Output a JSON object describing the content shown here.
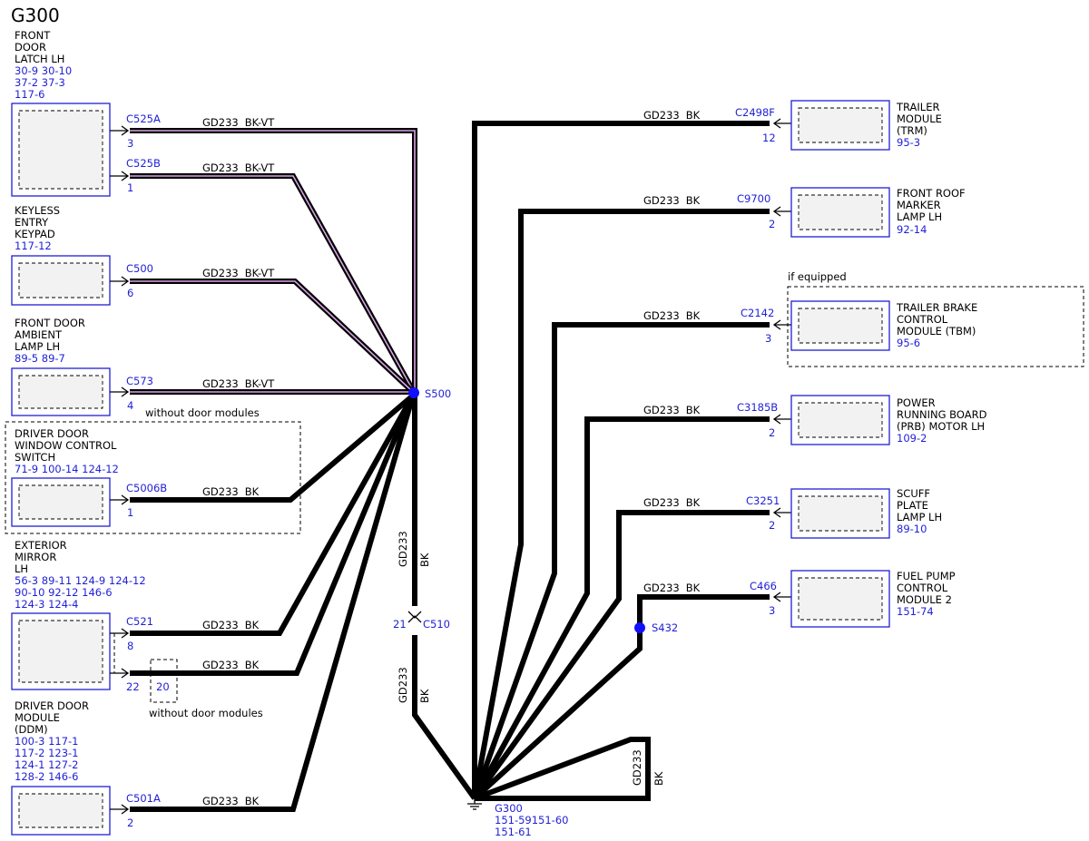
{
  "title": "G300",
  "wire_code": "GD233",
  "wire_color_bk": "BK",
  "wire_color_bkvt": "BK-VT",
  "note_if_equipped": "if equipped",
  "note_without_door_modules": "without door modules",
  "left": {
    "front_door_latch": {
      "name": [
        "FRONT",
        "DOOR",
        "LATCH LH"
      ],
      "refs": [
        "30-9  30-10",
        "37-2  37-3",
        "117-6"
      ],
      "c1": "C525A",
      "p1": "3",
      "c2": "C525B",
      "p2": "1"
    },
    "keyless": {
      "name": [
        "KEYLESS",
        "ENTRY",
        "KEYPAD"
      ],
      "refs": [
        "117-12"
      ],
      "conn": "C500",
      "pin": "6"
    },
    "ambient": {
      "name": [
        "FRONT DOOR",
        "AMBIENT",
        "LAMP LH"
      ],
      "refs": [
        "89-5  89-7"
      ],
      "conn": "C573",
      "pin": "4"
    },
    "window_switch": {
      "name": [
        "DRIVER DOOR",
        "WINDOW CONTROL",
        "SWITCH"
      ],
      "refs": [
        "71-9    100-14 124-12"
      ],
      "conn": "C5006B",
      "pin": "1"
    },
    "mirror": {
      "name": [
        "EXTERIOR",
        "MIRROR",
        "LH"
      ],
      "refs": [
        "56-3  89-11  124-9  124-12",
        "90-10 92-12  146-6",
        "124-3 124-4"
      ],
      "conn": "C521",
      "pin": "8",
      "pin2": "22",
      "alt_pin": "20"
    },
    "ddm": {
      "name": [
        "DRIVER DOOR",
        "MODULE",
        "(DDM)"
      ],
      "refs": [
        "100-3 117-1",
        "117-2 123-1",
        "124-1 127-2",
        "128-2 146-6"
      ],
      "conn": "C501A",
      "pin": "2"
    }
  },
  "right": {
    "trm": {
      "name": [
        "TRAILER",
        "MODULE",
        "(TRM)"
      ],
      "refs": [
        "95-3"
      ],
      "conn": "C2498F",
      "pin": "12"
    },
    "roof": {
      "name": [
        "FRONT ROOF",
        "MARKER",
        "LAMP LH"
      ],
      "refs": [
        "92-14"
      ],
      "conn": "C9700",
      "pin": "2"
    },
    "tbm": {
      "name": [
        "TRAILER BRAKE",
        "CONTROL",
        "MODULE (TBM)"
      ],
      "refs": [
        "95-6"
      ],
      "conn": "C2142",
      "pin": "3"
    },
    "prb": {
      "name": [
        "POWER",
        "RUNNING BOARD",
        "(PRB) MOTOR LH"
      ],
      "refs": [
        "109-2"
      ],
      "conn": "C3185B",
      "pin": "2"
    },
    "scuff": {
      "name": [
        "SCUFF",
        "PLATE",
        "LAMP LH"
      ],
      "refs": [
        "89-10"
      ],
      "conn": "C3251",
      "pin": "2"
    },
    "fuel": {
      "name": [
        "FUEL PUMP",
        "CONTROL",
        "MODULE 2"
      ],
      "refs": [
        "151-74"
      ],
      "conn": "C466",
      "pin": "3"
    }
  },
  "splices": {
    "s500": "S500",
    "s432": "S432"
  },
  "inline": {
    "conn": "C510",
    "pin": "21"
  },
  "ground": {
    "name": "G300",
    "refs": [
      "151-59151-60",
      "151-61"
    ]
  },
  "colors": {
    "connector_blue": "#1f1fd6",
    "splice_blue": "#1010ff",
    "bkvt_stripe": "#d9a2e6"
  }
}
